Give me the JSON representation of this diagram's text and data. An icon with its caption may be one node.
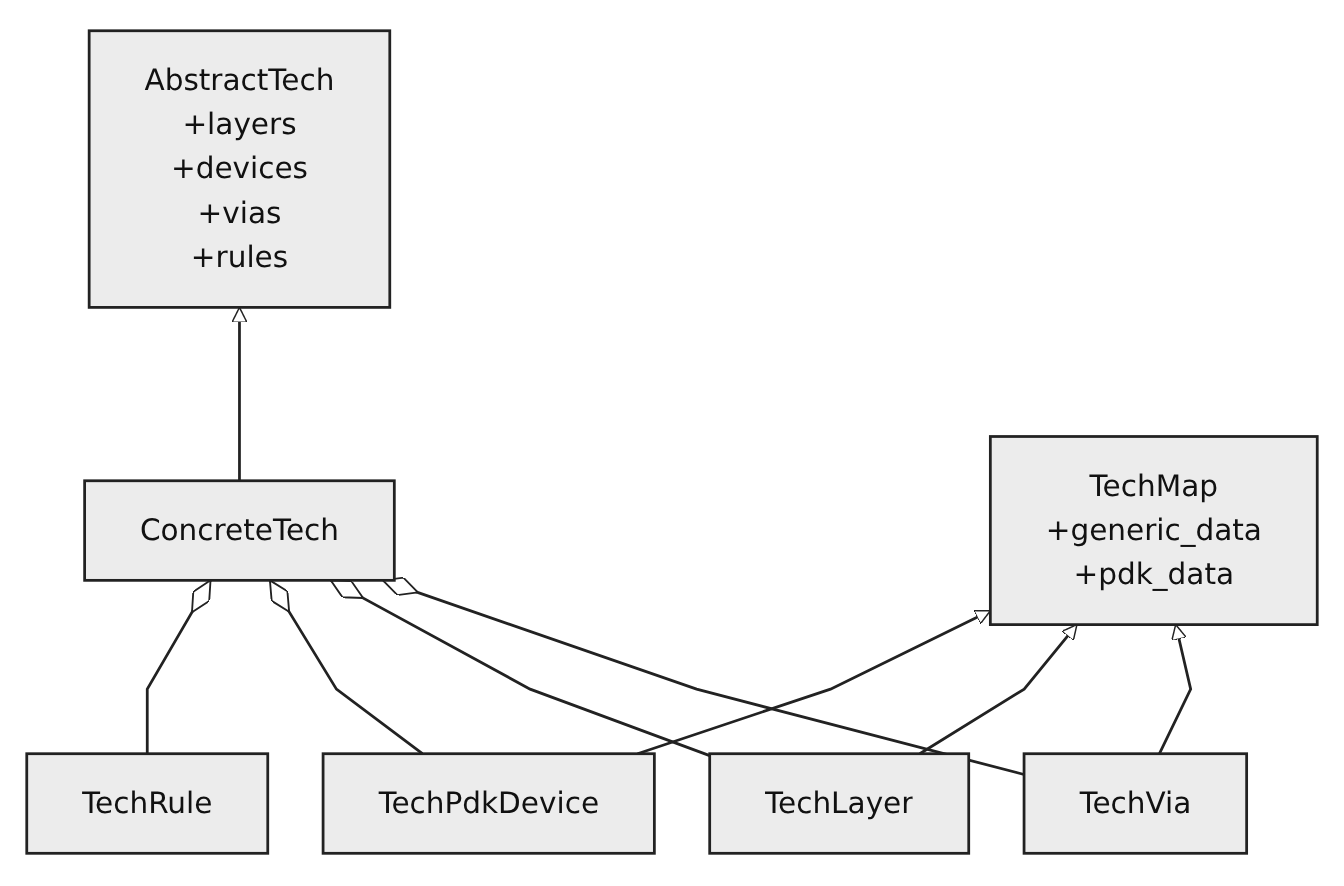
{
  "diagram": {
    "nodes": [
      {
        "text": [
          "AbstractTech",
          "+layers",
          "+devices",
          "+vias",
          "+rules"
        ]
      },
      {
        "text": [
          "ConcreteTech"
        ]
      },
      {
        "text": [
          "TechMap",
          "+generic_data",
          "+pdk_data"
        ]
      },
      {
        "text": [
          "TechRule"
        ]
      },
      {
        "text": [
          "TechPdkDevice"
        ]
      },
      {
        "text": [
          "TechLayer"
        ]
      },
      {
        "text": [
          "TechVia"
        ]
      }
    ],
    "edges": [
      {
        "from": 1,
        "to": 0,
        "arrow": "to"
      },
      {
        "from": 1,
        "to": 3,
        "arrow": "other"
      },
      {
        "from": 1,
        "to": 4,
        "arrow": "other"
      },
      {
        "from": 1,
        "to": 5,
        "arrow": "other"
      },
      {
        "from": 1,
        "to": 6,
        "arrow": "other"
      },
      {
        "from": 4,
        "to": 2,
        "arrow": "to"
      },
      {
        "from": 5,
        "to": 2,
        "arrow": "to"
      },
      {
        "from": 6,
        "to": 2,
        "arrow": "to"
      }
    ]
  }
}
